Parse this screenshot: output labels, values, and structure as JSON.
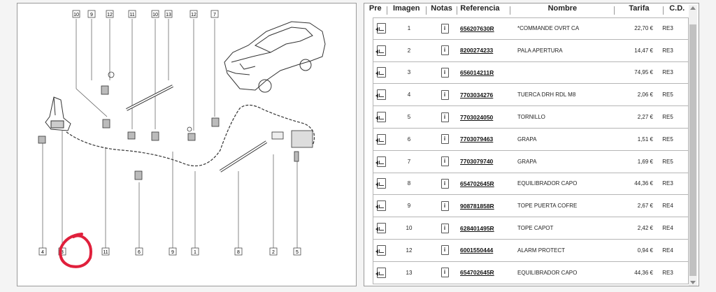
{
  "table": {
    "headers": {
      "pre": "Pre",
      "imagen": "Imagen",
      "notas": "Notas",
      "referencia": "Referencia",
      "nombre": "Nombre",
      "tarifa": "Tarifa",
      "cd": "C.D."
    },
    "rows": [
      {
        "imagen": "1",
        "referencia": "656207630R",
        "nombre": "*COMMANDE OVRT CA",
        "tarifa": "22,70 €",
        "cd": "RE3"
      },
      {
        "imagen": "2",
        "referencia": "8200274233",
        "nombre": "PALA APERTURA",
        "tarifa": "14,47 €",
        "cd": "RE3"
      },
      {
        "imagen": "3",
        "referencia": "656014211R",
        "nombre": "",
        "tarifa": "74,95 €",
        "cd": "RE3"
      },
      {
        "imagen": "4",
        "referencia": "7703034276",
        "nombre": "TUERCA DRH RDL M8",
        "tarifa": "2,06 €",
        "cd": "RE5"
      },
      {
        "imagen": "5",
        "referencia": "7703024050",
        "nombre": "TORNILLO",
        "tarifa": "2,27 €",
        "cd": "RE5"
      },
      {
        "imagen": "6",
        "referencia": "7703079463",
        "nombre": "GRAPA",
        "tarifa": "1,51 €",
        "cd": "RE5"
      },
      {
        "imagen": "7",
        "referencia": "7703079740",
        "nombre": "GRAPA",
        "tarifa": "1,69 €",
        "cd": "RE5"
      },
      {
        "imagen": "8",
        "referencia": "654702645R",
        "nombre": "EQUILIBRADOR CAPO",
        "tarifa": "44,36 €",
        "cd": "RE3"
      },
      {
        "imagen": "9",
        "referencia": "908781858R",
        "nombre": "TOPE PUERTA COFRE",
        "tarifa": "2,67 €",
        "cd": "RE4"
      },
      {
        "imagen": "10",
        "referencia": "628401495R",
        "nombre": "TOPE CAPOT",
        "tarifa": "2,42 €",
        "cd": "RE4"
      },
      {
        "imagen": "12",
        "referencia": "6001550444",
        "nombre": "ALARM PROTECT",
        "tarifa": "0,94 €",
        "cd": "RE4"
      },
      {
        "imagen": "13",
        "referencia": "654702645R",
        "nombre": "EQUILIBRADOR CAPO",
        "tarifa": "44,36 €",
        "cd": "RE3"
      }
    ]
  },
  "diagram": {
    "top_labels": [
      "10",
      "9",
      "12",
      "11",
      "10",
      "13",
      "12",
      "7"
    ],
    "bottom_labels": [
      "4",
      "3",
      "11",
      "6",
      "9",
      "1",
      "8",
      "2",
      "5"
    ],
    "highlight_label": "3",
    "highlight_color": "#e0203c"
  },
  "icons": {
    "add_to_cart": "cart-arrow-icon",
    "notes": "info-icon"
  }
}
